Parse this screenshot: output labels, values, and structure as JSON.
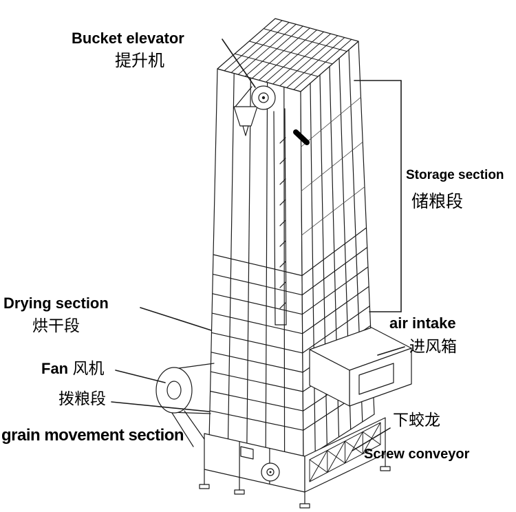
{
  "colors": {
    "line": "#1a1a1a",
    "background": "#ffffff",
    "text": "#000000"
  },
  "labels": {
    "bucket_elevator": {
      "en": "Bucket elevator",
      "zh": "提升机"
    },
    "storage_section": {
      "en": "Storage section",
      "zh": "储粮段"
    },
    "drying_section": {
      "en": "Drying section",
      "zh": "烘干段"
    },
    "fan": {
      "en": "Fan",
      "zh": "风机"
    },
    "grain_pull_section": {
      "zh": "拨粮段"
    },
    "grain_movement_section": {
      "en": "grain movement section"
    },
    "air_intake": {
      "en": "air intake",
      "zh": "进风箱"
    },
    "screw_conveyor": {
      "en": "Screw conveyor",
      "zh": "下蛟龙"
    }
  }
}
